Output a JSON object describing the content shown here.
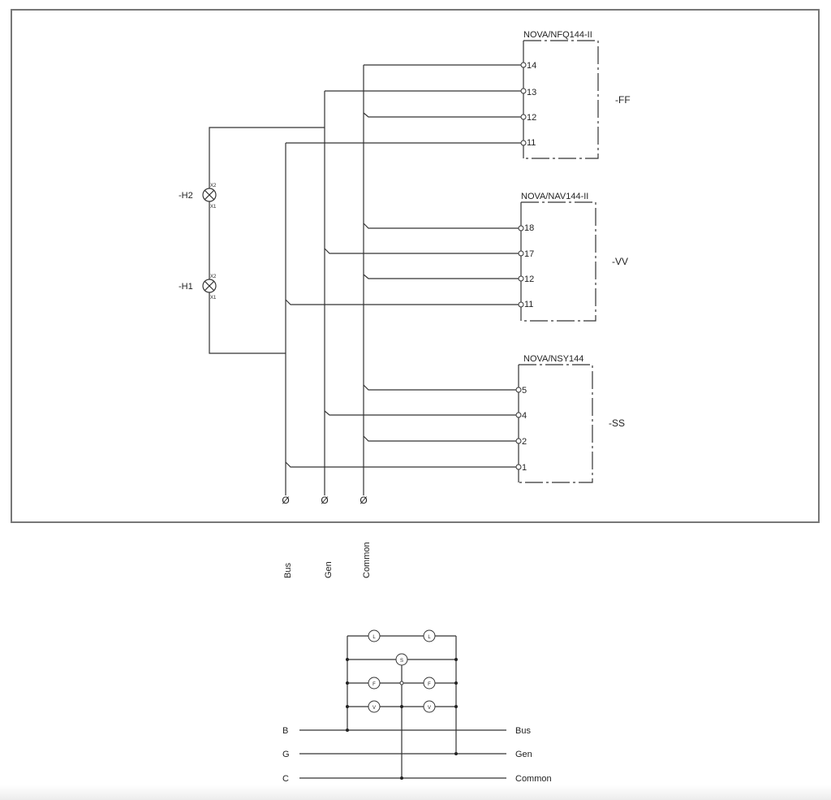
{
  "upper_diagram": {
    "devices": [
      {
        "id": "ff",
        "model": "NOVA/NFQ144-II",
        "tag": "-FF",
        "terminals": [
          "14",
          "13",
          "12",
          "11"
        ]
      },
      {
        "id": "vv",
        "model": "NOVA/NAV144-II",
        "tag": "-VV",
        "terminals": [
          "18",
          "17",
          "12",
          "11"
        ]
      },
      {
        "id": "ss",
        "model": "NOVA/NSY144",
        "tag": "-SS",
        "terminals": [
          "5",
          "4",
          "2",
          "1"
        ]
      }
    ],
    "lamps": [
      {
        "tag": "-H2",
        "top_pin": "X2",
        "bottom_pin": "X1"
      },
      {
        "tag": "-H1",
        "top_pin": "X2",
        "bottom_pin": "X1"
      }
    ],
    "buses": [
      {
        "label": "Bus",
        "symbol": "Ø"
      },
      {
        "label": "Gen",
        "symbol": "Ø"
      },
      {
        "label": "Common",
        "symbol": "Ø"
      }
    ]
  },
  "lower_diagram": {
    "lines": [
      {
        "letter": "B",
        "name": "Bus"
      },
      {
        "letter": "G",
        "name": "Gen"
      },
      {
        "letter": "C",
        "name": "Common"
      }
    ],
    "elements": {
      "lamp_1": "L",
      "lamp_2": "L",
      "sync": "S",
      "freq_1": "F",
      "freq_2": "F",
      "volt_1": "V",
      "volt_2": "V"
    }
  }
}
